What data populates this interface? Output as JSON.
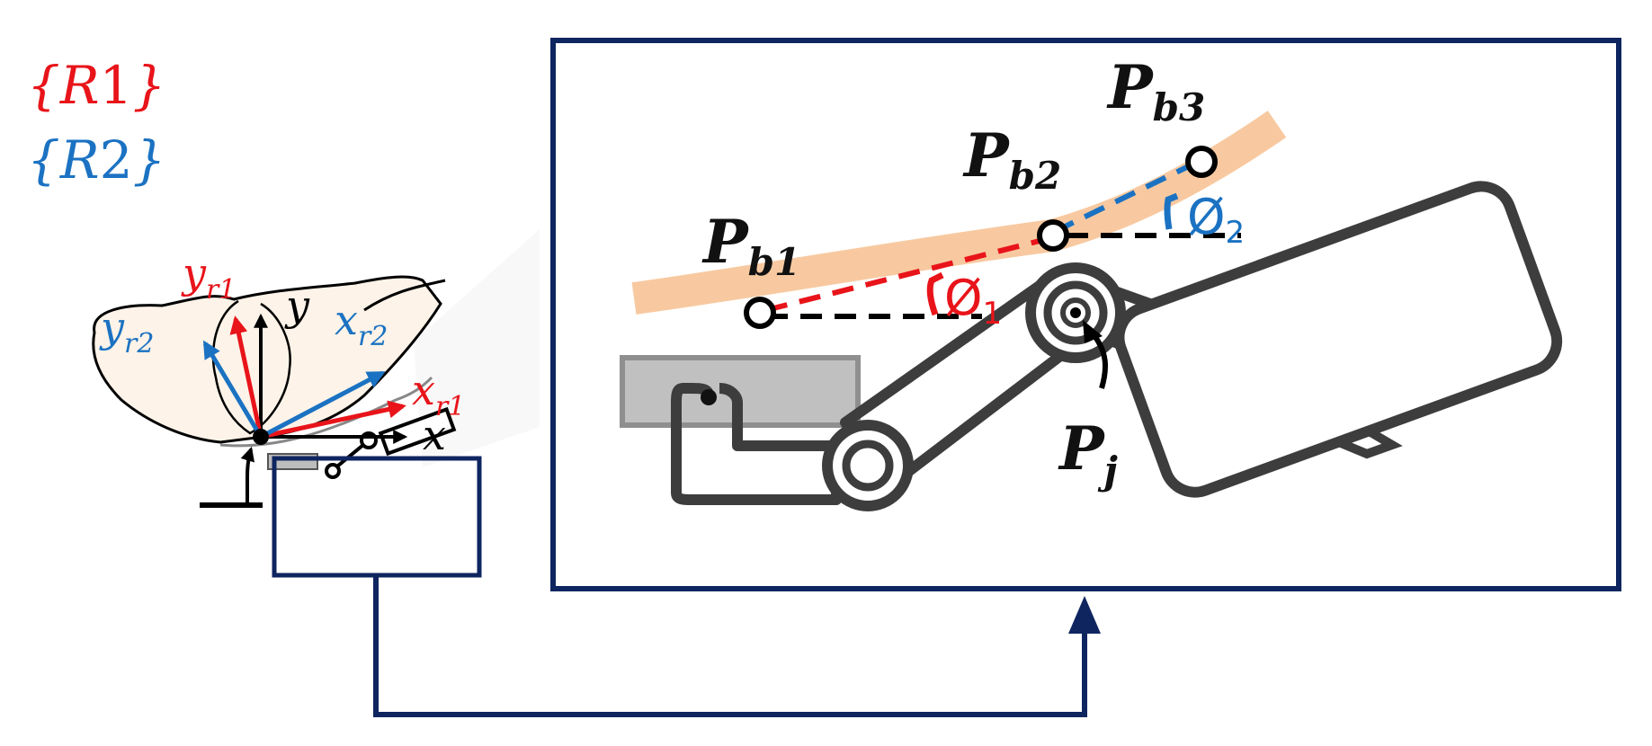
{
  "colors": {
    "frame_r1": "#e8141a",
    "frame_r2": "#1b72c2",
    "axis": "#000000",
    "box": "#0e2560",
    "mechanism": "#3d3d3d",
    "mechanism_fill": "#c0c0c0",
    "boom": "#f8c9a0",
    "foot_fill": "#fdf3e8"
  },
  "frames": {
    "r1": {
      "open": "{",
      "name": "R",
      "num": "1",
      "close": "}"
    },
    "r2": {
      "open": "{",
      "name": "R",
      "num": "2",
      "close": "}"
    }
  },
  "axes": {
    "y": "y",
    "x": "x",
    "y_r1": {
      "base": "y",
      "sub": "r1"
    },
    "y_r2": {
      "base": "y",
      "sub": "r2"
    },
    "x_r1": {
      "base": "x",
      "sub": "r1"
    },
    "x_r2": {
      "base": "x",
      "sub": "r2"
    }
  },
  "points": {
    "pb1": {
      "base": "P",
      "sub": "b1"
    },
    "pb2": {
      "base": "P",
      "sub": "b2"
    },
    "pb3": {
      "base": "P",
      "sub": "b3"
    },
    "pj": {
      "base": "P",
      "sub": "j"
    }
  },
  "angles": {
    "phi1": {
      "base": "Ø",
      "sub": "1"
    },
    "phi2": {
      "base": "Ø",
      "sub": "2"
    }
  }
}
